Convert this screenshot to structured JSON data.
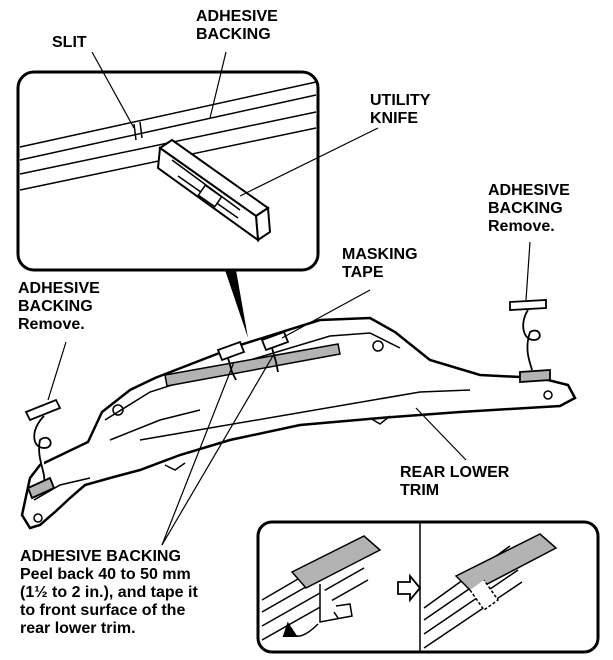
{
  "labels": {
    "slit": "SLIT",
    "adhesive_top_1": "ADHESIVE",
    "adhesive_top_2": "BACKING",
    "utility_1": "UTILITY",
    "utility_2": "KNIFE",
    "adhesive_right_1": "ADHESIVE",
    "adhesive_right_2": "BACKING",
    "adhesive_right_3": "Remove.",
    "masking_1": "MASKING",
    "masking_2": "TAPE",
    "adhesive_left_1": "ADHESIVE",
    "adhesive_left_2": "BACKING",
    "adhesive_left_3": "Remove.",
    "rear_lower_1": "REAR LOWER",
    "rear_lower_2": "TRIM",
    "peel_1": "ADHESIVE BACKING",
    "peel_2": "Peel back 40 to 50 mm",
    "peel_3": "(1½ to 2 in.), and tape it",
    "peel_4": "to front surface of the",
    "peel_5": "rear lower trim."
  },
  "colors": {
    "line": "#000000",
    "tape": "#b3b3b3",
    "background": "#ffffff"
  }
}
